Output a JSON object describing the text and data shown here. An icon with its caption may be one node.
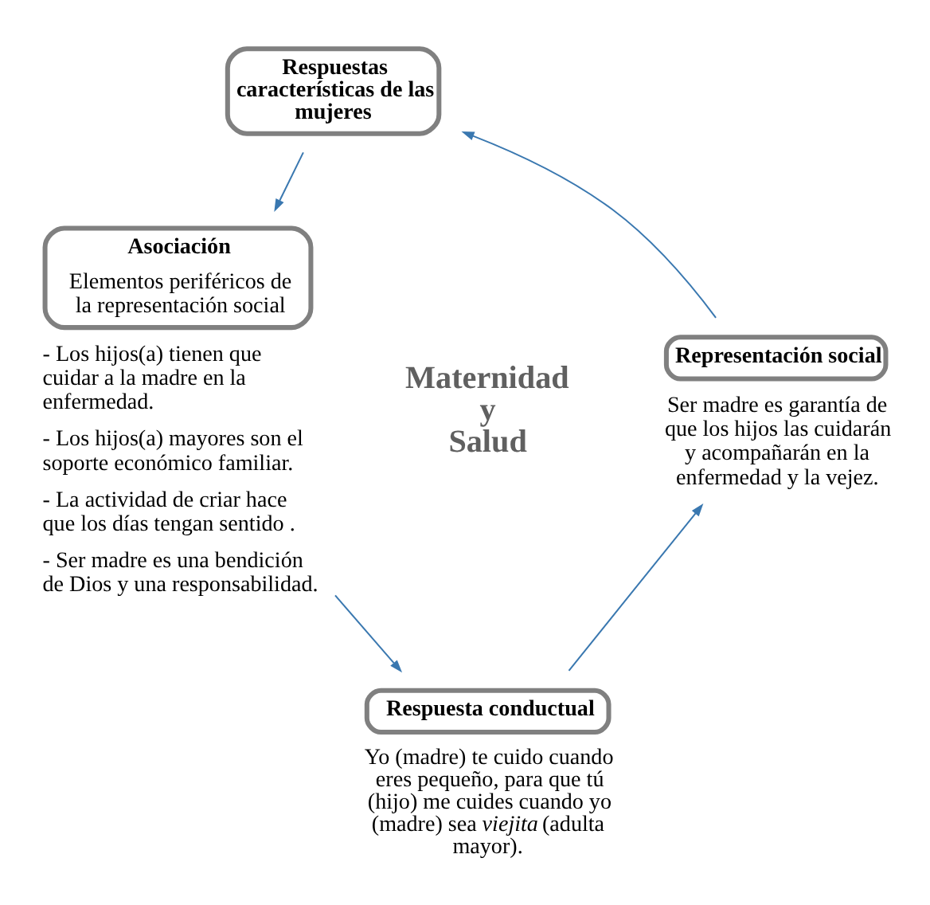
{
  "diagram": {
    "nodes": [
      {
        "text": [
          "Respuestas características de las mujeres"
        ]
      },
      {
        "text": [
          "Asociación",
          "Elementos periféricos de la representación social"
        ],
        "beside": [
          "- Los hijos(a) tienen que cuidar a la madre en la enfermedad.",
          "- Los hijos(a) mayores son el soporte económico familiar.",
          "- La actividad de criar hace que los días tengan sentido .",
          "- Ser madre es una bendición de Dios y una responsabilidad."
        ]
      },
      {
        "text": [
          "Representación social"
        ],
        "beside": [
          "Ser madre es garantía de que los hijos las cuidarán y acompañarán en la enfermedad y la vejez."
        ]
      },
      {
        "text": [
          "Respuesta conductual"
        ],
        "beside": [
          "Yo (madre) te cuido cuando eres pequeño, para que tú (hijo) me cuides cuando yo (madre) sea *viejita* (adulta mayor)."
        ]
      }
    ],
    "edges": [
      {
        "from": 0,
        "to": 1,
        "arrow": "to"
      },
      {
        "from": 1,
        "to": 3,
        "arrow": "to"
      },
      {
        "from": 3,
        "to": 2,
        "arrow": "to"
      },
      {
        "from": 2,
        "to": 0,
        "arrow": "to"
      }
    ],
    "labels": [
      "Maternidad y Salud"
    ]
  }
}
